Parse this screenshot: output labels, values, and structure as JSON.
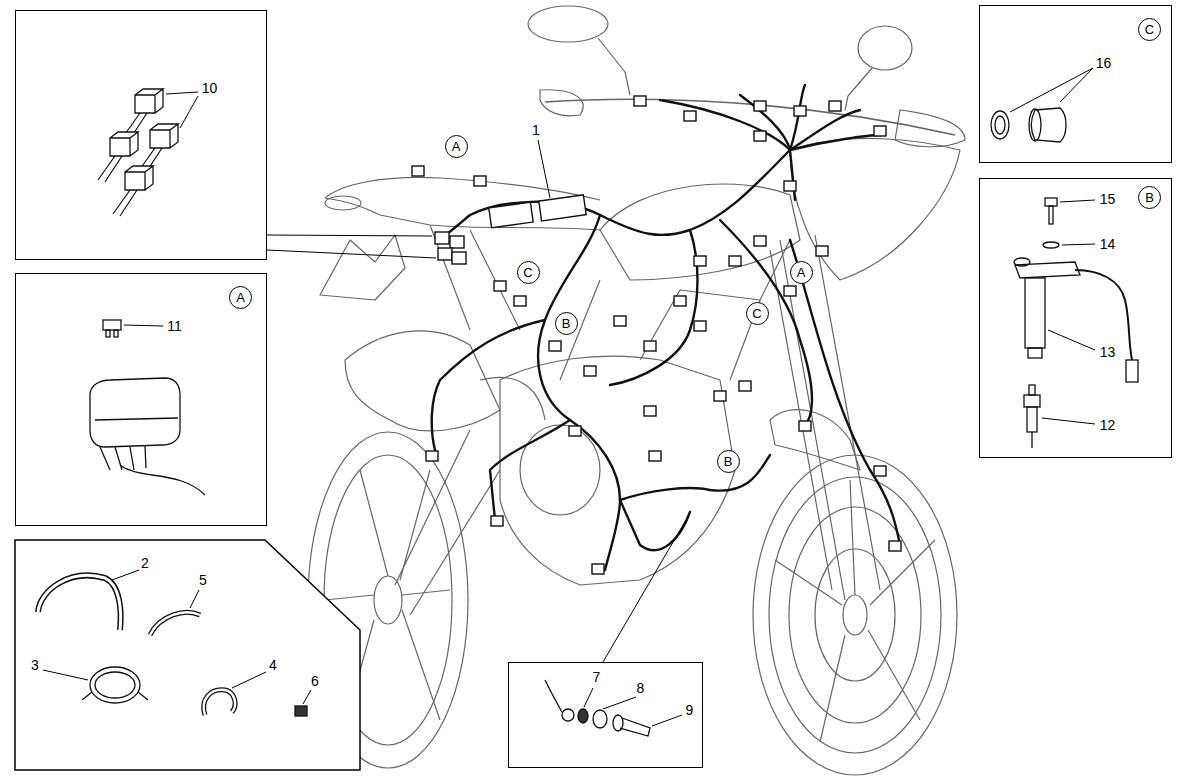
{
  "diagram": {
    "nodes": [
      {
        "text": [
          "10"
        ]
      },
      {
        "text": [
          "A"
        ]
      },
      {
        "text": [
          "16"
        ]
      },
      {
        "text": [
          "C"
        ],
        "in": 2
      },
      {
        "text": [
          "15",
          "14",
          "13",
          "12"
        ]
      },
      {
        "text": [
          "B"
        ],
        "in": 4
      },
      {
        "text": [
          "11"
        ]
      },
      {
        "text": [
          "A"
        ],
        "in": 6
      },
      {
        "text": [
          "C"
        ]
      },
      {
        "text": [
          "B"
        ]
      },
      {
        "text": [
          "A"
        ]
      },
      {
        "text": [
          "C"
        ]
      },
      {
        "text": [
          "B"
        ]
      },
      {
        "text": [
          "2",
          "5",
          "3",
          "4",
          "6"
        ]
      },
      {
        "text": [
          "7",
          "8",
          "9"
        ]
      }
    ],
    "labels": [
      "1"
    ]
  }
}
